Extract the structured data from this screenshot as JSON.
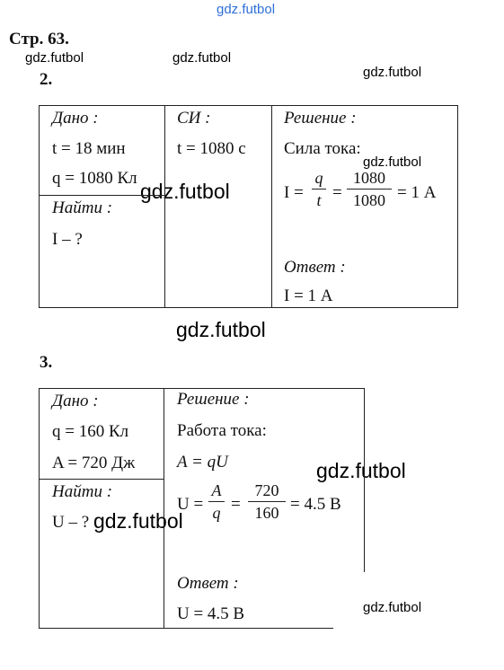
{
  "watermark": "gdz.futbol",
  "page_label": "Стр. 63.",
  "problem2": {
    "number": "2.",
    "given_header": "Дано :",
    "given_t": "t = 18 мин",
    "given_q": "q = 1080 Кл",
    "find_header": "Найти :",
    "find_value": "I – ?",
    "si_header": "СИ :",
    "si_t": "t = 1080 с",
    "solution_header": "Решение :",
    "solution_caption": "Сила тока:",
    "formula_lhs": "I =",
    "formula_num1": "q",
    "formula_den1": "t",
    "formula_num2": "1080",
    "formula_den2": "1080",
    "formula_result": "= 1 А",
    "answer_header": "Ответ :",
    "answer_value": "I = 1 А"
  },
  "problem3": {
    "number": "3.",
    "given_header": "Дано :",
    "given_q": "q = 160 Кл",
    "given_A": "A = 720 Дж",
    "find_header": "Найти :",
    "find_value": "U – ?",
    "solution_header": "Решение :",
    "solution_caption": "Работа тока:",
    "formula1": "A = qU",
    "formula_lhs": "U =",
    "formula_num1": "A",
    "formula_den1": "q",
    "formula_num2": "720",
    "formula_den2": "160",
    "formula_result": "= 4.5 В",
    "answer_header": "Ответ :",
    "answer_value": "U = 4.5 В"
  }
}
